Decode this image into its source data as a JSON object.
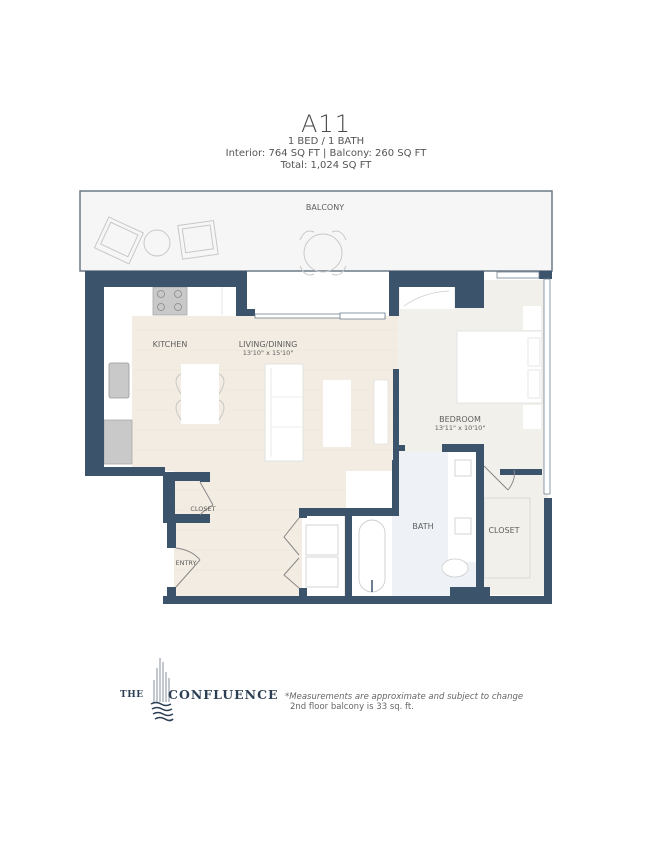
{
  "header": {
    "unit_name": "A11",
    "bed_bath": "1 BED / 1 BATH",
    "areas": "Interior: 764 SQ FT | Balcony: 260 SQ FT",
    "total": "Total: 1,024 SQ FT"
  },
  "rooms": {
    "balcony": "BALCONY",
    "kitchen": "KITCHEN",
    "living_dining": "LIVING/DINING",
    "living_dining_dims": "13'10\" x 15'10\"",
    "bedroom": "BEDROOM",
    "bedroom_dims": "13'11\" x 10'10\"",
    "bath": "BATH",
    "closet_entry": "CLOSET",
    "closet_bedroom": "CLOSET",
    "entry": "ENTRY"
  },
  "colors": {
    "wall": "#3b536b",
    "floor_wood": "#f3ece2",
    "floor_bedroom": "#f2f0ea",
    "floor_bath": "#eef2f7",
    "balcony": "#f6f6f6",
    "appliance": "#c9c9c9"
  },
  "footer": {
    "logo_the": "THE",
    "logo_name": "CONFLUENCE",
    "note_1": "*Measurements are approximate and subject to change",
    "note_2": "2nd floor balcony is 33 sq. ft."
  }
}
